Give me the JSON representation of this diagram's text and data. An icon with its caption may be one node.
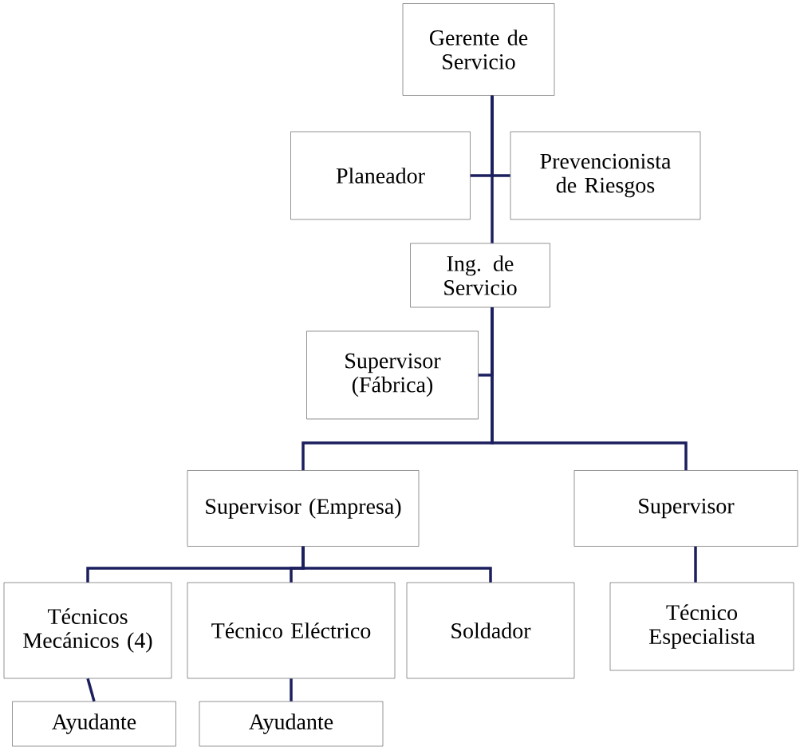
{
  "diagram": {
    "nodes": [
      {
        "text": [
          "Gerente de Servicio"
        ]
      },
      {
        "text": [
          "Planeador"
        ]
      },
      {
        "text": [
          "Prevencionista de Riesgos"
        ]
      },
      {
        "text": [
          "Ing. de Servicio"
        ]
      },
      {
        "text": [
          "Supervisor (Fábrica)"
        ]
      },
      {
        "text": [
          "Supervisor (Empresa)"
        ]
      },
      {
        "text": [
          "Supervisor"
        ]
      },
      {
        "text": [
          "Técnicos Mecánicos (4)"
        ]
      },
      {
        "text": [
          "Técnico Eléctrico"
        ]
      },
      {
        "text": [
          "Soldador"
        ]
      },
      {
        "text": [
          "Técnico Especialista"
        ]
      },
      {
        "text": [
          "Ayudante"
        ]
      },
      {
        "text": [
          "Ayudante"
        ]
      }
    ],
    "edges": [
      {
        "from": 0,
        "to": 1,
        "arrow": "none"
      },
      {
        "from": 0,
        "to": 2,
        "arrow": "none"
      },
      {
        "from": 0,
        "to": 3,
        "arrow": "none"
      },
      {
        "from": 3,
        "to": 4,
        "arrow": "none"
      },
      {
        "from": 3,
        "to": 5,
        "arrow": "none"
      },
      {
        "from": 3,
        "to": 6,
        "arrow": "none"
      },
      {
        "from": 5,
        "to": 7,
        "arrow": "none"
      },
      {
        "from": 5,
        "to": 8,
        "arrow": "none"
      },
      {
        "from": 5,
        "to": 9,
        "arrow": "none"
      },
      {
        "from": 6,
        "to": 10,
        "arrow": "none"
      },
      {
        "from": 7,
        "to": 11,
        "arrow": "none"
      },
      {
        "from": 8,
        "to": 12,
        "arrow": "none"
      }
    ]
  }
}
